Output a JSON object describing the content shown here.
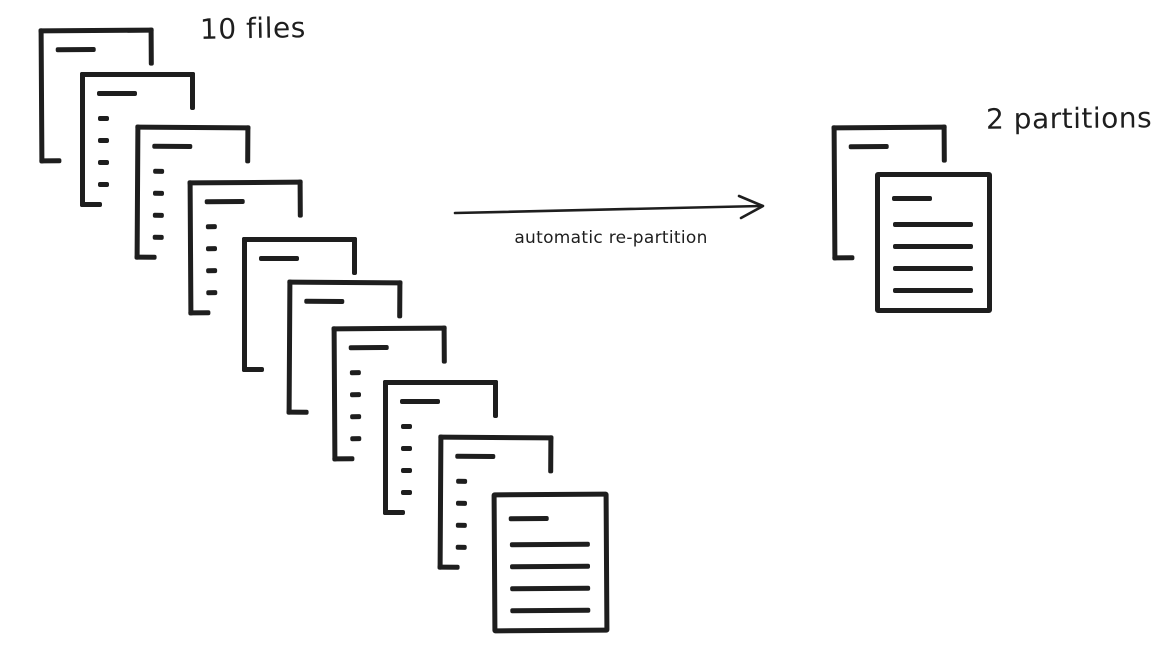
{
  "labels": {
    "left": "10 files",
    "arrow": "automatic re-partition",
    "right": "2 partitions"
  },
  "stacks": {
    "left": {
      "count": 10
    },
    "right": {
      "count": 2
    }
  },
  "colors": {
    "stroke": "#1e1e1e",
    "background": "#ffffff"
  }
}
